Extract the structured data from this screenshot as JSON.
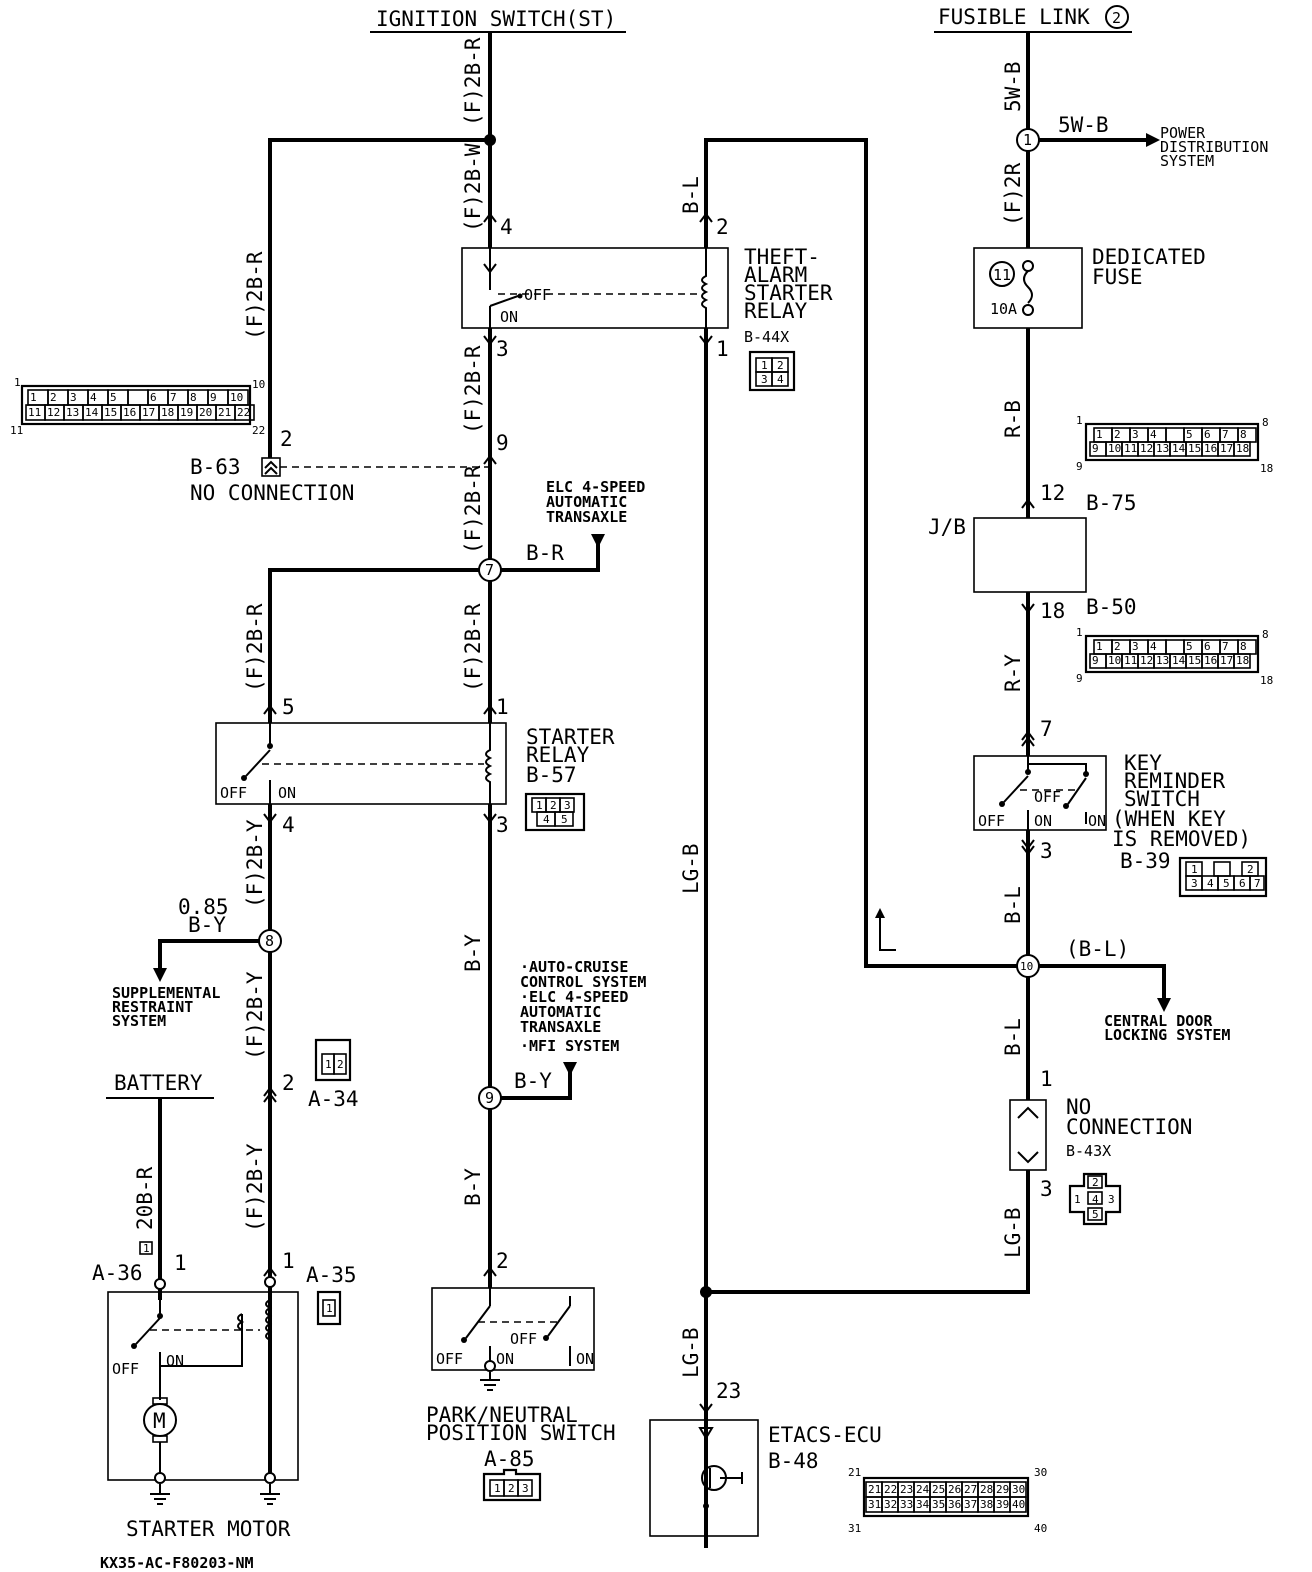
{
  "title_ign": "IGNITION SWITCH(ST)",
  "title_fuse": "FUSIBLE LINK",
  "title_fuse_num": "2",
  "wires": {
    "w_ign_top": "(F)2B-R",
    "w_ign_1": "(F)2B-W",
    "w_ign_2": "(F)2B-R",
    "w_ign_3": "(F)2B-R",
    "w_ign_4": "(F)2B-R",
    "w_left_top": "(F)2B-R",
    "w_left_5": "(F)2B-R",
    "w_left_4": "(F)2B-Y",
    "w_left_mid": "(F)2B-Y",
    "w_left_bot": "(F)2B-Y",
    "w_br": "B-R",
    "w_by_1": "B-Y",
    "w_by_2": "B-Y",
    "w_by_3": "B-Y",
    "w_bl": "B-L",
    "w_lgb": "LG-B",
    "w_lgb_2": "LG-B",
    "w_5wb": "5W-B",
    "w_5wb_2": "5W-B",
    "w_2r": "(F)2R",
    "w_rb": "R-B",
    "w_ry": "R-Y",
    "w_bl_2": "B-L",
    "w_bl_3": "B-L",
    "w_bl_paren": "(B-L)",
    "w_lgb_3": "LG-B",
    "w_20br": "20B-R",
    "w_085": "0.85",
    "w_085_by": "B-Y"
  },
  "labels": {
    "theft_relay": [
      "THEFT-",
      "ALARM",
      "STARTER",
      "RELAY"
    ],
    "theft_relay_id": "B-44X",
    "starter_relay": [
      "STARTER",
      "RELAY"
    ],
    "starter_relay_id": "B-57",
    "dedicated_fuse": [
      "DEDICATED",
      "FUSE"
    ],
    "fuse_num": "11",
    "fuse_amp": "10A",
    "power_dist": [
      "POWER",
      "DISTRIBUTION",
      "SYSTEM"
    ],
    "elc_top": [
      "ELC 4-SPEED",
      "AUTOMATIC",
      "TRANSAXLE"
    ],
    "b63": "B-63",
    "no_conn": "NO CONNECTION",
    "jb": "J/B",
    "b75": "B-75",
    "b50": "B-50",
    "key_rem": [
      "KEY",
      "REMINDER",
      "SWITCH",
      "(WHEN KEY",
      "IS REMOVED)"
    ],
    "b39": "B-39",
    "srs": [
      "SUPPLEMENTAL",
      "RESTRAINT",
      "SYSTEM"
    ],
    "auto_list": [
      "·AUTO-CRUISE",
      " CONTROL SYSTEM",
      "·ELC 4-SPEED",
      " AUTOMATIC",
      " TRANSAXLE",
      "·MFI SYSTEM"
    ],
    "central_door": [
      "CENTRAL DOOR",
      "LOCKING SYSTEM"
    ],
    "no_conn_2": [
      "NO",
      "CONNECTION"
    ],
    "b43x": "B-43X",
    "battery": "BATTERY",
    "a34": "A-34",
    "a35": "A-35",
    "a36": "A-36",
    "starter_motor": "STARTER MOTOR",
    "pn_switch": [
      "PARK/NEUTRAL",
      "POSITION SWITCH"
    ],
    "a85": "A-85",
    "etacs": "ETACS-ECU",
    "b48": "B-48",
    "code": "KX35-AC-F80203-NM",
    "off": "OFF",
    "on": "ON",
    "motor": "M",
    "l_mark": "L"
  },
  "pins": {
    "p4": "4",
    "p2": "2",
    "p3": "3",
    "p1": "1",
    "p9": "9",
    "p5": "5",
    "p12": "12",
    "p18": "18",
    "p7": "7",
    "p23": "23"
  },
  "nodes": [
    "1",
    "7",
    "8",
    "9",
    "10"
  ],
  "conn22": {
    "top": [
      "1",
      "2",
      "3",
      "4",
      "5",
      "",
      "6",
      "7",
      "8",
      "9",
      "10"
    ],
    "bot": [
      "11",
      "12",
      "13",
      "14",
      "15",
      "16",
      "17",
      "18",
      "19",
      "20",
      "21",
      "22"
    ],
    "l1": "1",
    "r1": "10",
    "l2": "11",
    "r2": "22"
  },
  "conn18": {
    "top": [
      "1",
      "2",
      "3",
      "4",
      "",
      "5",
      "6",
      "7",
      "8"
    ],
    "bot": [
      "9",
      "10",
      "11",
      "12",
      "13",
      "14",
      "15",
      "16",
      "17",
      "18"
    ],
    "l1": "1",
    "r1": "8",
    "l2": "9",
    "r2": "18"
  },
  "conn_b39": {
    "top": [
      "1",
      "",
      "2"
    ],
    "bot": [
      "3",
      "4",
      "5",
      "6",
      "7"
    ]
  },
  "conn_b44x": {
    "top": [
      "1",
      "2"
    ],
    "bot": [
      "3",
      "4"
    ]
  },
  "conn_b57": {
    "top": [
      "1",
      "2",
      "3"
    ],
    "bot": [
      "4",
      "5"
    ]
  },
  "conn_a34": [
    "1",
    "2"
  ],
  "conn_a35": "1",
  "conn_b43x": [
    "2",
    "1",
    "4",
    "3",
    "5"
  ],
  "conn_a85": [
    "1",
    "2",
    "3"
  ],
  "conn_a36_mark": "1",
  "conn40": {
    "top": [
      "21",
      "22",
      "23",
      "24",
      "25",
      "26",
      "27",
      "28",
      "29",
      "30"
    ],
    "bot": [
      "31",
      "32",
      "33",
      "34",
      "35",
      "36",
      "37",
      "38",
      "39",
      "40"
    ],
    "l1": "21",
    "r1": "30",
    "l2": "31",
    "r2": "40"
  }
}
